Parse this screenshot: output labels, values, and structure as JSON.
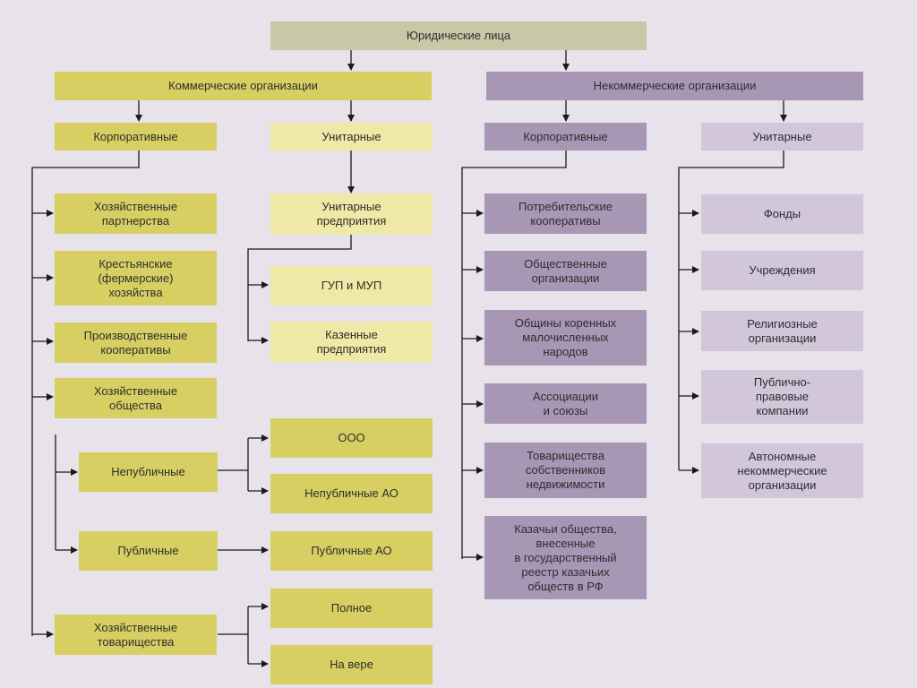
{
  "root": "Юридические лица",
  "commercial": {
    "title": "Коммерческие организации",
    "corporate": "Корпоративные",
    "unitary": "Унитарные",
    "corporate_items": [
      "Хозяйственные\nпартнерства",
      "Крестьянские\n(фермерские)\nхозяйства",
      "Производственные\nкооперативы",
      "Хозяйственные\nобщества",
      "Хозяйственные\nтоварищества"
    ],
    "societies": {
      "nonpublic": "Непубличные",
      "public": "Публичные",
      "ooo": "ООО",
      "nonpublic_ao": "Непубличные АО",
      "public_ao": "Публичные АО"
    },
    "partnerships": {
      "full": "Полное",
      "trust": "На вере"
    },
    "unitary_items": {
      "enterprises": "Унитарные\nпредприятия",
      "gup_mup": "ГУП и МУП",
      "state_owned": "Казенные\nпредприятия"
    }
  },
  "noncommercial": {
    "title": "Некоммерческие организации",
    "corporate": "Корпоративные",
    "unitary": "Унитарные",
    "corporate_items": [
      "Потребительские\nкооперативы",
      "Общественные\nорганизации",
      "Общины коренных\nмалочисленных\nнародов",
      "Ассоциации\nи союзы",
      "Товарищества\nсобственников\nнедвижимости",
      "Казачьи общества,\nвнесенные\nв государственный\nреестр казачьих\nобществ в РФ"
    ],
    "unitary_items": [
      "Фонды",
      "Учреждения",
      "Религиозные\nорганизации",
      "Публично-\nправовые\nкомпании",
      "Автономные\nнекоммерческие\nорганизации"
    ]
  },
  "colors": {
    "background": "#e8e2ea",
    "root": "#c7c8a6",
    "commercial_dark": "#d8cf63",
    "commercial_light": "#efe8a6",
    "noncommercial_dark": "#a796b4",
    "noncommercial_light": "#d2c6da",
    "line": "#1a1a1a"
  }
}
